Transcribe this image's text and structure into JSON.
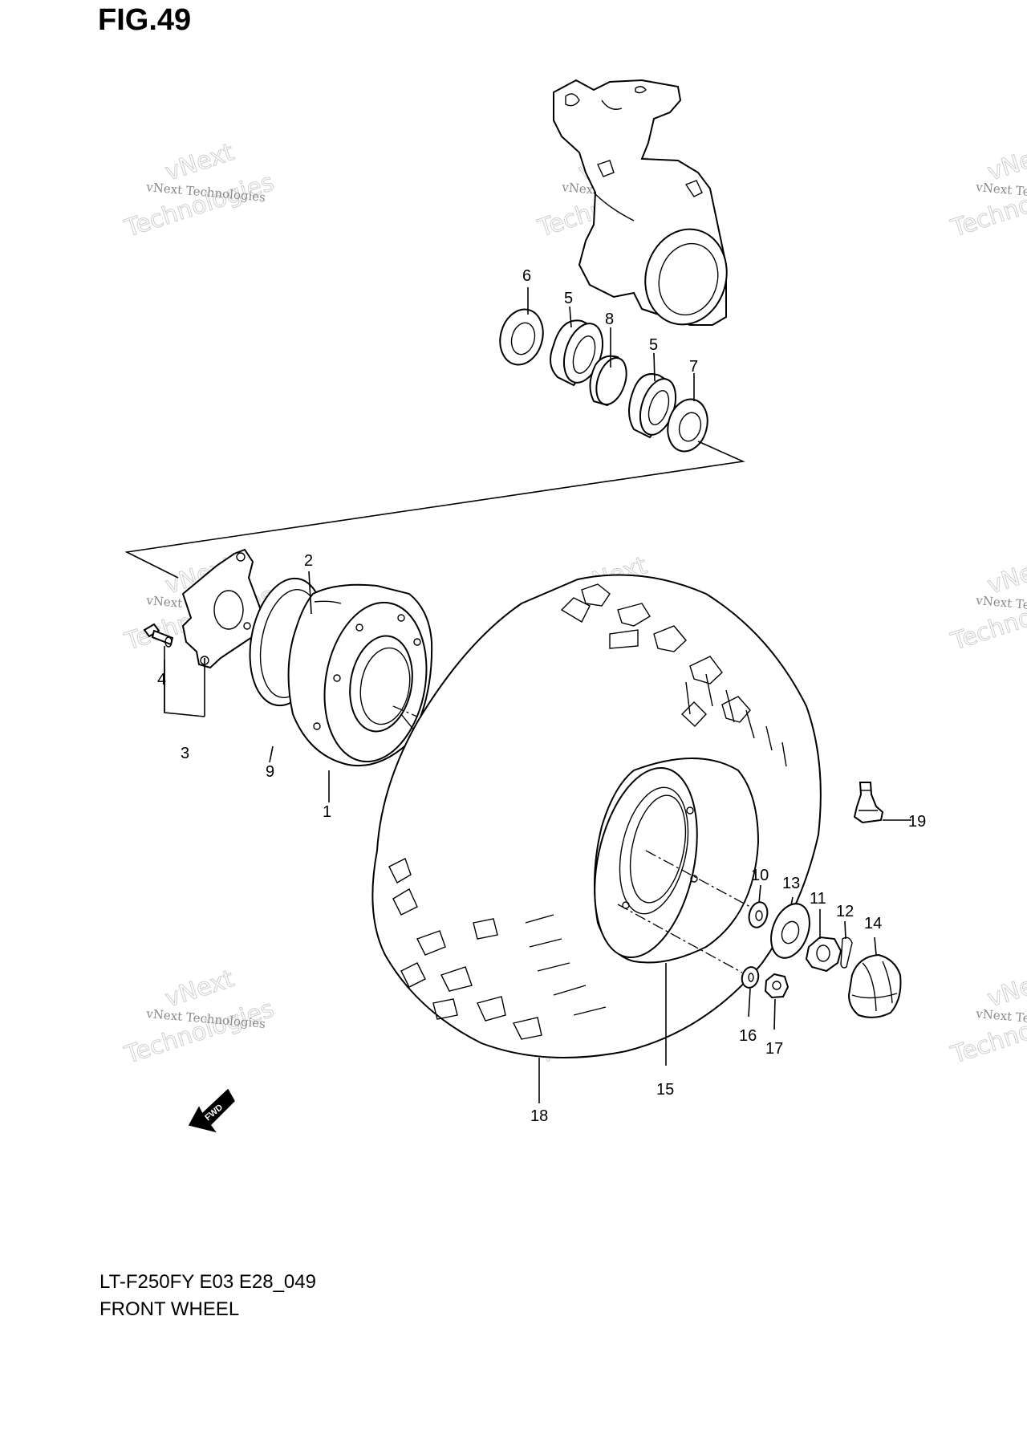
{
  "figure": {
    "title": "FIG.49"
  },
  "footer": {
    "model": "LT-F250FY E03 E28_049",
    "section": "FRONT WHEEL"
  },
  "watermark": {
    "small": "vNext Technologies",
    "big_top": "vNext",
    "big_bottom": "Technologies"
  },
  "callouts": {
    "c1": "1",
    "c2": "2",
    "c3": "3",
    "c4": "4",
    "c5a": "5",
    "c5b": "5",
    "c6": "6",
    "c7": "7",
    "c8": "8",
    "c9": "9",
    "c10": "10",
    "c11": "11",
    "c12": "12",
    "c13": "13",
    "c14": "14",
    "c15": "15",
    "c16": "16",
    "c17": "17",
    "c18": "18",
    "c19": "19"
  },
  "fwd_label": "FWD",
  "icons": {
    "fwd": "fwd-arrow-icon"
  }
}
